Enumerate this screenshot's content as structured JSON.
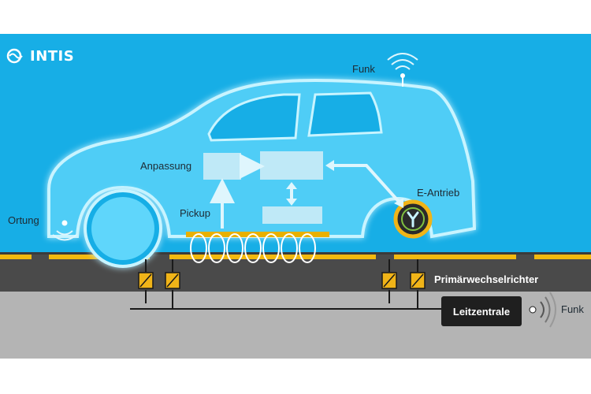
{
  "brand": {
    "name": "INTIS"
  },
  "labels": {
    "radio_top": "Funk",
    "adaptation": "Anpassung",
    "pickup": "Pickup",
    "e_drive": "E-Antrieb",
    "positioning": "Ortung",
    "primary_inverter": "Primärwechselrichter",
    "control_center": "Leitzentrale",
    "radio_bottom": "Funk"
  },
  "colors": {
    "sky": "#17aee6",
    "car_body": "#5fd6fb",
    "car_glow": "#bff2ff",
    "block": "#bfe9f7",
    "road": "#4a4a4a",
    "road_marking": "#f2b90f",
    "ground": "#b4b4b4",
    "coil": "#e8b000",
    "inverter": "#f0b418",
    "control_box": "#1f1f1f"
  }
}
